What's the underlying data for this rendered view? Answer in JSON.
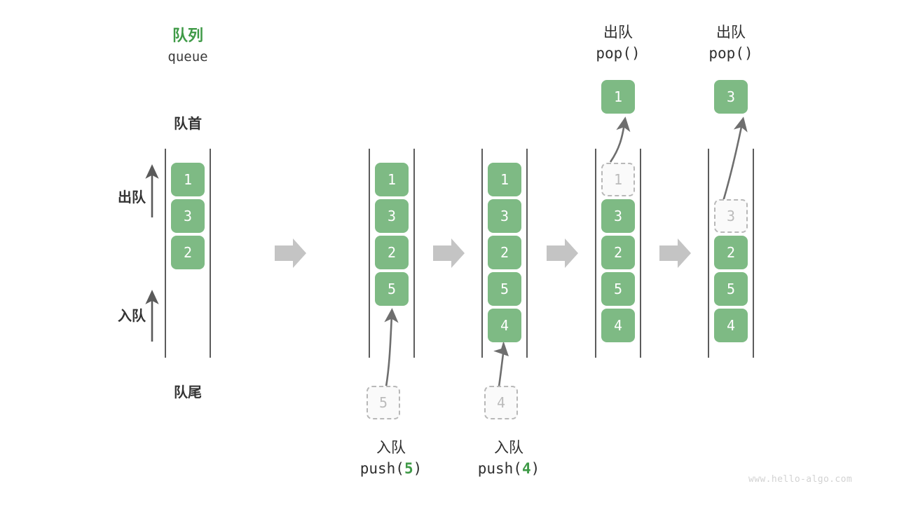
{
  "diagram": {
    "title_cn": "队列",
    "title_en": "queue",
    "front_label": "队首",
    "rear_label": "队尾",
    "dequeue_label": "出队",
    "enqueue_label": "入队",
    "watermark": "www.hello-algo.com",
    "colors": {
      "accent_green": "#7EBA84",
      "title_green": "#3F9A47",
      "rail": "#4A4A4A",
      "ghost_border": "#B8B8B8",
      "ghost_text": "#BBBBBB",
      "transition_arrow": "#C4C4C4",
      "curve_arrow": "#6E6E6E",
      "watermark": "#D2D2D2"
    }
  },
  "columns": [
    {
      "id": "initial-queue",
      "header_cn": "队列",
      "header_en": "queue",
      "cells": [
        "1",
        "3",
        "2"
      ],
      "ghost": null,
      "op_cn": null,
      "op_code": null,
      "op_arg": null,
      "popped": null
    },
    {
      "id": "after-push-5",
      "header_cn": null,
      "header_en": null,
      "cells": [
        "1",
        "3",
        "2",
        "5"
      ],
      "ghost": "5",
      "op_cn": "入队",
      "op_code_prefix": "push(",
      "op_arg": "5",
      "op_code_suffix": ")",
      "popped": null
    },
    {
      "id": "after-push-4",
      "header_cn": null,
      "header_en": null,
      "cells": [
        "1",
        "3",
        "2",
        "5",
        "4"
      ],
      "ghost": "4",
      "op_cn": "入队",
      "op_code_prefix": "push(",
      "op_arg": "4",
      "op_code_suffix": ")",
      "popped": null
    },
    {
      "id": "after-pop-1",
      "header_cn": "出队",
      "header_en": "pop()",
      "cells": [
        "3",
        "2",
        "5",
        "4"
      ],
      "ghost": "1",
      "popped": "1"
    },
    {
      "id": "after-pop-3",
      "header_cn": "出队",
      "header_en": "pop()",
      "cells": [
        "2",
        "5",
        "4"
      ],
      "ghost": "3",
      "popped": "3"
    }
  ]
}
